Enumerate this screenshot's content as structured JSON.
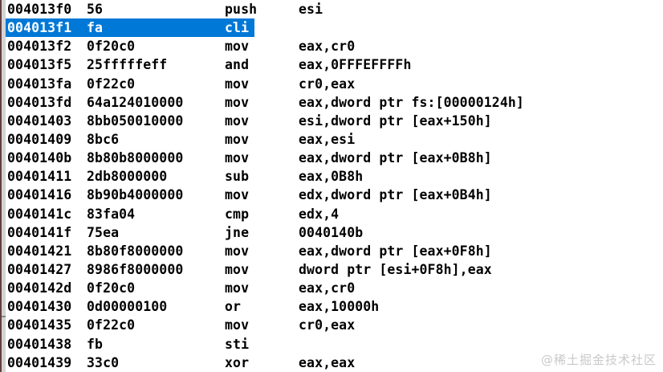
{
  "colors": {
    "selection": "#0078d7",
    "selected_text": "#ffffff",
    "text": "#000000",
    "background": "#ffffff",
    "border": "#643e3e",
    "gutter": "#d4d4d4",
    "watermark": "#c9c9c9"
  },
  "watermark": {
    "text": "@稀土掘金技术社区"
  },
  "disassembly": {
    "selected_index": 1,
    "rows": [
      {
        "address": "004013f0",
        "bytes": "56",
        "mnemonic": "push",
        "operands": "esi"
      },
      {
        "address": "004013f1",
        "bytes": "fa",
        "mnemonic": "cli",
        "operands": ""
      },
      {
        "address": "004013f2",
        "bytes": "0f20c0",
        "mnemonic": "mov",
        "operands": "eax,cr0"
      },
      {
        "address": "004013f5",
        "bytes": "25fffffeff",
        "mnemonic": "and",
        "operands": "eax,0FFFEFFFFh"
      },
      {
        "address": "004013fa",
        "bytes": "0f22c0",
        "mnemonic": "mov",
        "operands": "cr0,eax"
      },
      {
        "address": "004013fd",
        "bytes": "64a124010000",
        "mnemonic": "mov",
        "operands": "eax,dword ptr fs:[00000124h]"
      },
      {
        "address": "00401403",
        "bytes": "8bb050010000",
        "mnemonic": "mov",
        "operands": "esi,dword ptr [eax+150h]"
      },
      {
        "address": "00401409",
        "bytes": "8bc6",
        "mnemonic": "mov",
        "operands": "eax,esi"
      },
      {
        "address": "0040140b",
        "bytes": "8b80b8000000",
        "mnemonic": "mov",
        "operands": "eax,dword ptr [eax+0B8h]"
      },
      {
        "address": "00401411",
        "bytes": "2db8000000",
        "mnemonic": "sub",
        "operands": "eax,0B8h"
      },
      {
        "address": "00401416",
        "bytes": "8b90b4000000",
        "mnemonic": "mov",
        "operands": "edx,dword ptr [eax+0B4h]"
      },
      {
        "address": "0040141c",
        "bytes": "83fa04",
        "mnemonic": "cmp",
        "operands": "edx,4"
      },
      {
        "address": "0040141f",
        "bytes": "75ea",
        "mnemonic": "jne",
        "operands": "0040140b"
      },
      {
        "address": "00401421",
        "bytes": "8b80f8000000",
        "mnemonic": "mov",
        "operands": "eax,dword ptr [eax+0F8h]"
      },
      {
        "address": "00401427",
        "bytes": "8986f8000000",
        "mnemonic": "mov",
        "operands": "dword ptr [esi+0F8h],eax"
      },
      {
        "address": "0040142d",
        "bytes": "0f20c0",
        "mnemonic": "mov",
        "operands": "eax,cr0"
      },
      {
        "address": "00401430",
        "bytes": "0d00000100",
        "mnemonic": "or",
        "operands": "eax,10000h"
      },
      {
        "address": "00401435",
        "bytes": "0f22c0",
        "mnemonic": "mov",
        "operands": "cr0,eax"
      },
      {
        "address": "00401438",
        "bytes": "fb",
        "mnemonic": "sti",
        "operands": ""
      },
      {
        "address": "00401439",
        "bytes": "33c0",
        "mnemonic": "xor",
        "operands": "eax,eax"
      }
    ]
  }
}
